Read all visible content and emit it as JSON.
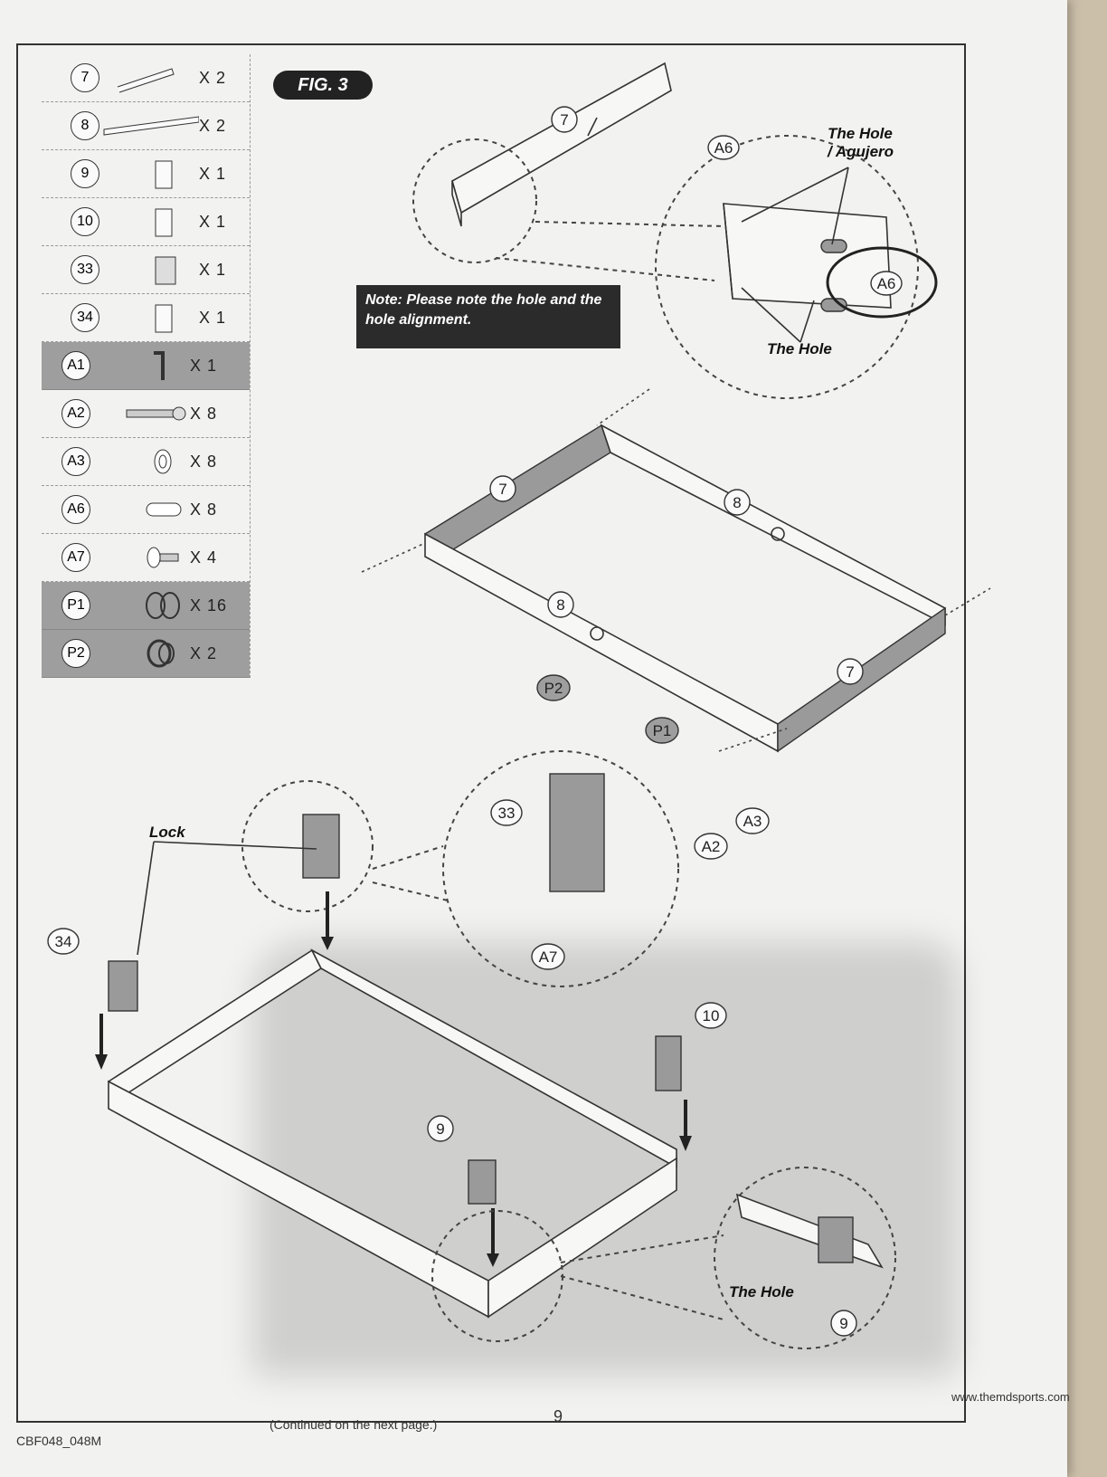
{
  "figure": {
    "label": "FIG. 3"
  },
  "parts": [
    {
      "id": "7",
      "qty": "X 2",
      "shaded": false,
      "icon": "rail-part"
    },
    {
      "id": "8",
      "qty": "X 2",
      "shaded": false,
      "icon": "long-rail-part"
    },
    {
      "id": "9",
      "qty": "X 1",
      "shaded": false,
      "icon": "corner-block"
    },
    {
      "id": "10",
      "qty": "X 1",
      "shaded": false,
      "icon": "corner-block"
    },
    {
      "id": "33",
      "qty": "X 1",
      "shaded": false,
      "icon": "bracket"
    },
    {
      "id": "34",
      "qty": "X 1",
      "shaded": false,
      "icon": "corner-block"
    },
    {
      "id": "A1",
      "qty": "X 1",
      "shaded": true,
      "icon": "allen-key"
    },
    {
      "id": "A2",
      "qty": "X 8",
      "shaded": false,
      "icon": "bolt"
    },
    {
      "id": "A3",
      "qty": "X 8",
      "shaded": false,
      "icon": "washer"
    },
    {
      "id": "A6",
      "qty": "X 8",
      "shaded": false,
      "icon": "barrel-nut"
    },
    {
      "id": "A7",
      "qty": "X 4",
      "shaded": false,
      "icon": "screw"
    },
    {
      "id": "P1",
      "qty": "X 16",
      "shaded": true,
      "icon": "cap"
    },
    {
      "id": "P2",
      "qty": "X 2",
      "shaded": true,
      "icon": "grommet"
    }
  ],
  "note": "Note: Please note the hole and the hole alignment.",
  "callouts": {
    "hole_agujero_line1": "The Hole",
    "hole_agujero_line2": "/ Agujero",
    "the_hole_top": "The Hole",
    "lock": "Lock",
    "the_hole_bottom": "The Hole"
  },
  "diagram_tags": {
    "a6_top": "A6",
    "a6_circled": "A6",
    "seven_top": "7",
    "seven_frame_left": "7",
    "seven_frame_right": "7",
    "eight_back": "8",
    "eight_front": "8",
    "p2": "P2",
    "p1": "P1",
    "a2": "A2",
    "a3": "A3",
    "thirty_three": "33",
    "a7": "A7",
    "thirty_four": "34",
    "ten": "10",
    "nine_mid": "9",
    "nine_detail": "9"
  },
  "footer": {
    "code": "CBF048_048M",
    "continued": "(Continued on the next page.)",
    "page": "9",
    "website": "www.themdsports.com"
  }
}
